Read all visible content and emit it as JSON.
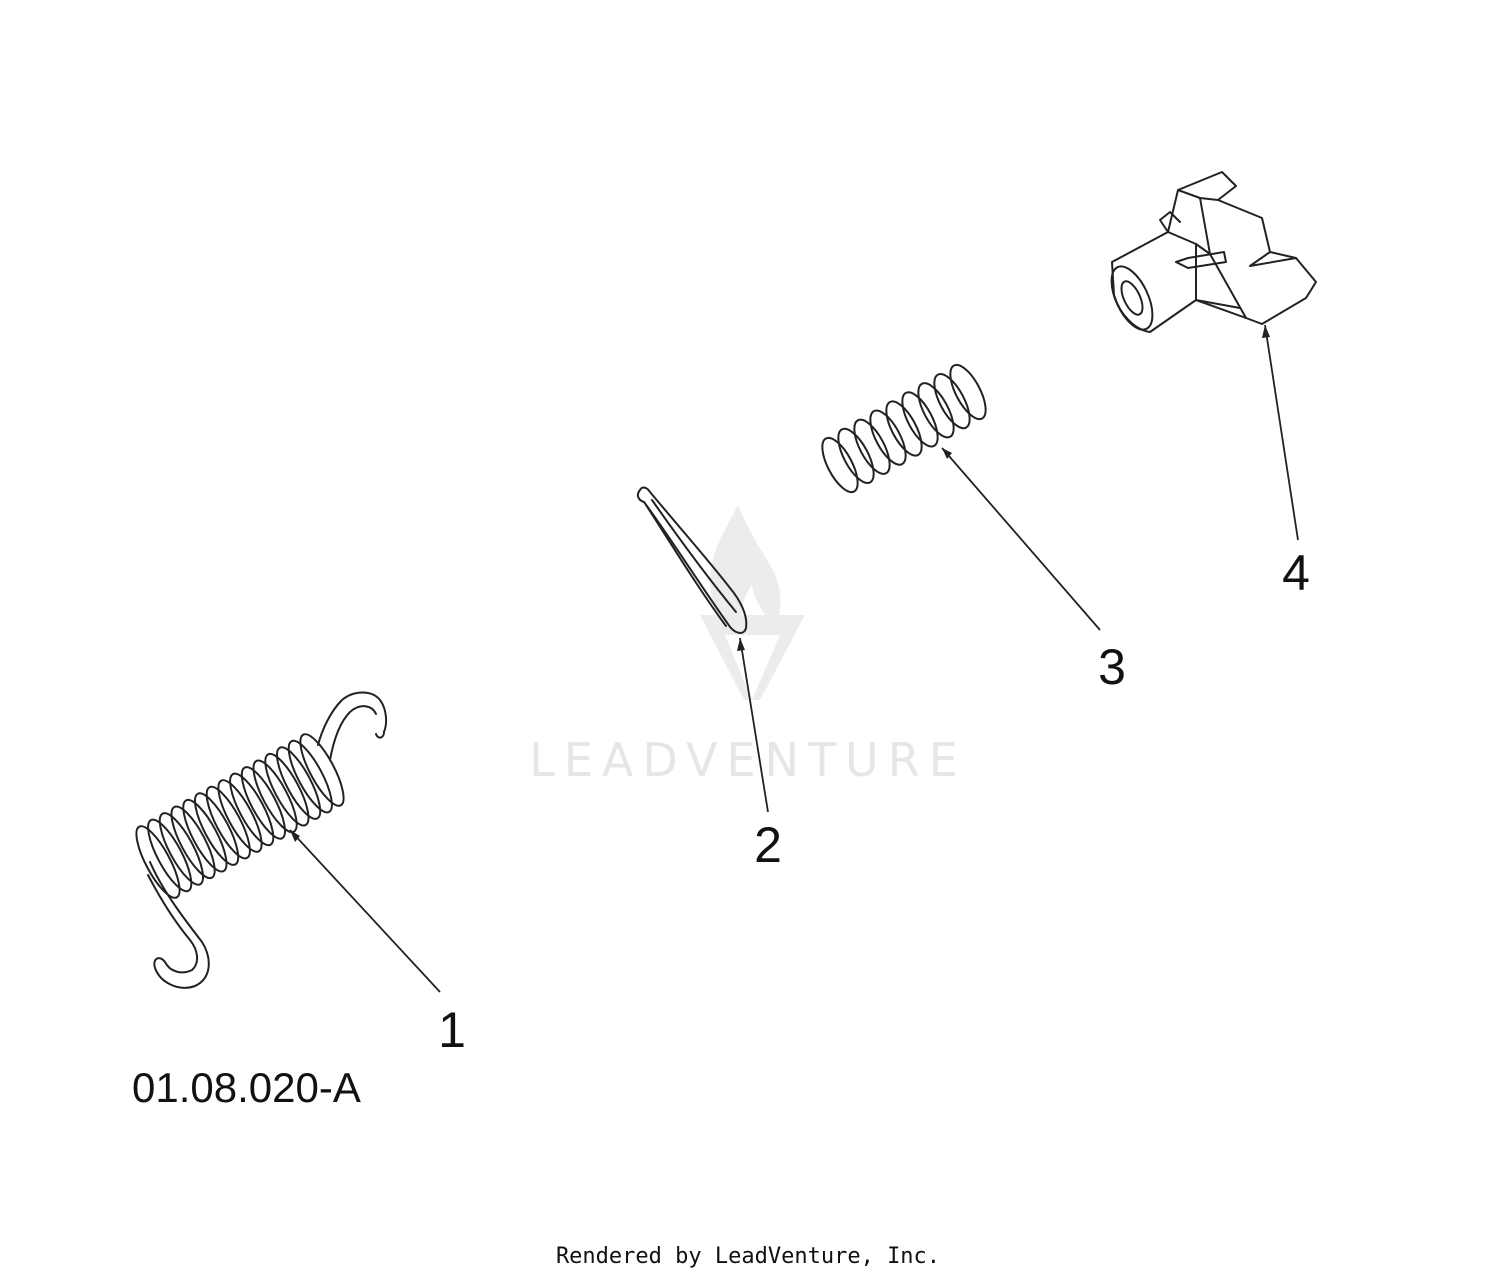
{
  "diagram": {
    "code": "01.08.020-A",
    "callouts": [
      {
        "number": "1",
        "part": "extension-spring"
      },
      {
        "number": "2",
        "part": "cotter-pin"
      },
      {
        "number": "3",
        "part": "compression-spring"
      },
      {
        "number": "4",
        "part": "plastic-bushing"
      }
    ]
  },
  "watermark": {
    "text": "LEADVENTURE"
  },
  "footer": {
    "text": "Rendered by LeadVenture, Inc."
  }
}
